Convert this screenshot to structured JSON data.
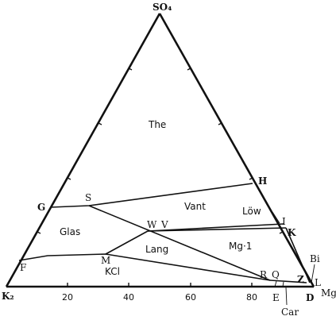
{
  "vertices": {
    "top": "SO₄",
    "left": "K₂",
    "right": "Mg"
  },
  "axis_ticks": [
    "20",
    "40",
    "60",
    "80"
  ],
  "regions": {
    "the": "The",
    "vant": "Vant",
    "lowe": "Löw",
    "glas": "Glas",
    "lang": "Lang",
    "mg1": "Mg·1",
    "kcl": "KCl"
  },
  "points": {
    "G": "G",
    "S": "S",
    "H": "H",
    "W": "W",
    "V": "V",
    "I": "I",
    "K": "K",
    "F": "F",
    "M": "M",
    "R": "R",
    "Q": "Q",
    "Z": "Z",
    "L": "L",
    "E": "E",
    "D": "D"
  },
  "callouts": {
    "bi": "Bi",
    "car": "Car"
  }
}
